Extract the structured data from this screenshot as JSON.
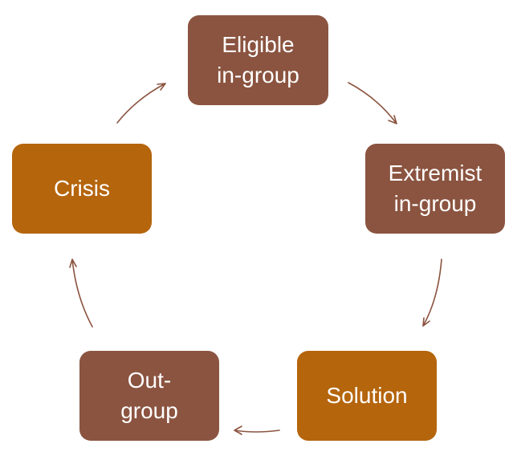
{
  "colors": {
    "brown": "#8B5440",
    "amber": "#B5650C",
    "arrow": "#8B5440",
    "text": "#FFFFFF"
  },
  "nodes": [
    {
      "id": "eligible-in-group",
      "lines": [
        "Eligible",
        "in-group"
      ],
      "color": "brown"
    },
    {
      "id": "extremist-in-group",
      "lines": [
        "Extremist",
        "in-group"
      ],
      "color": "brown"
    },
    {
      "id": "solution",
      "lines": [
        "Solution"
      ],
      "color": "amber"
    },
    {
      "id": "out-group",
      "lines": [
        "Out-",
        "group"
      ],
      "color": "brown"
    },
    {
      "id": "crisis",
      "lines": [
        "Crisis"
      ],
      "color": "amber"
    }
  ]
}
